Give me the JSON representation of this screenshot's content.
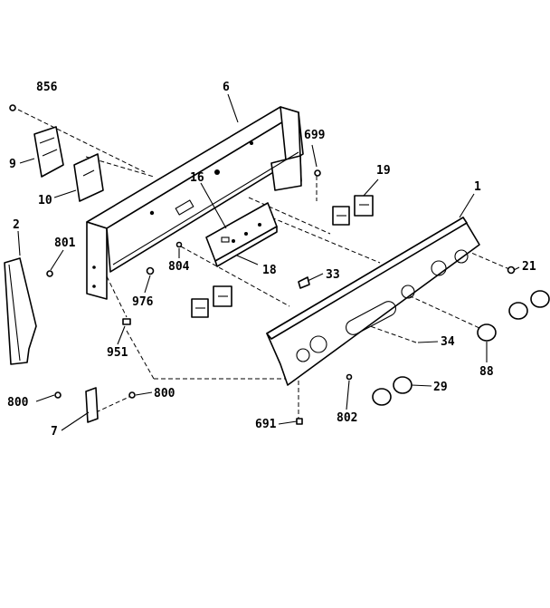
{
  "callouts": {
    "c856": "856",
    "c6": "6",
    "c699": "699",
    "c9": "9",
    "c10": "10",
    "c19": "19",
    "c1": "1",
    "c16": "16",
    "c2": "2",
    "c801": "801",
    "c804": "804",
    "c18": "18",
    "c33": "33",
    "c21": "21",
    "c976": "976",
    "c951": "951",
    "c34": "34",
    "c88": "88",
    "c800a": "800",
    "c800b": "800",
    "c29": "29",
    "c802": "802",
    "c7": "7",
    "c691": "691"
  }
}
